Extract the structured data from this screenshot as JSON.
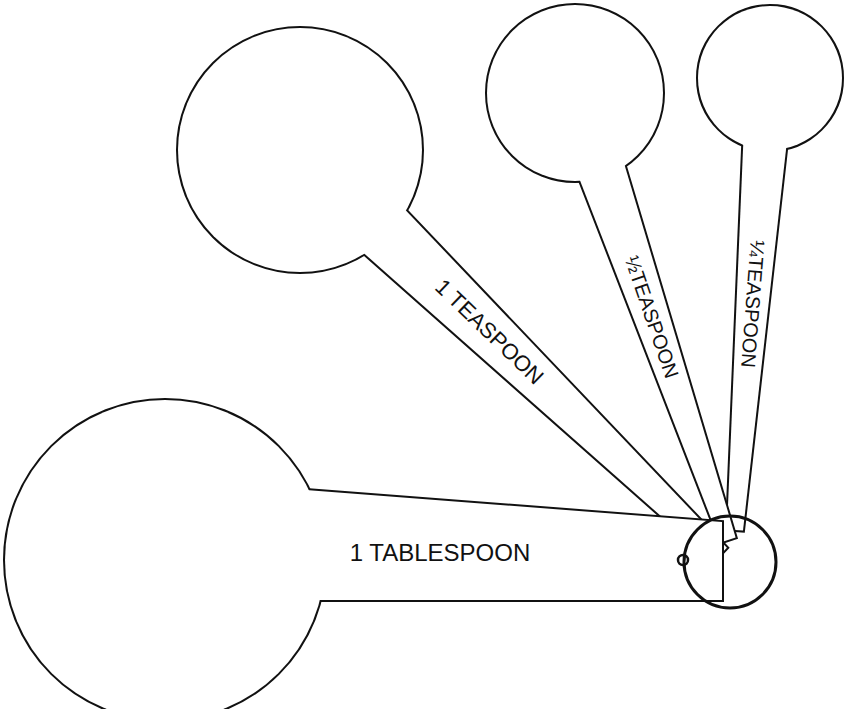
{
  "diagram": {
    "labels": [
      "1 TABLESPOON",
      "1 TEASPOON",
      "½TEASPOON",
      "¼TEASPOON"
    ]
  }
}
